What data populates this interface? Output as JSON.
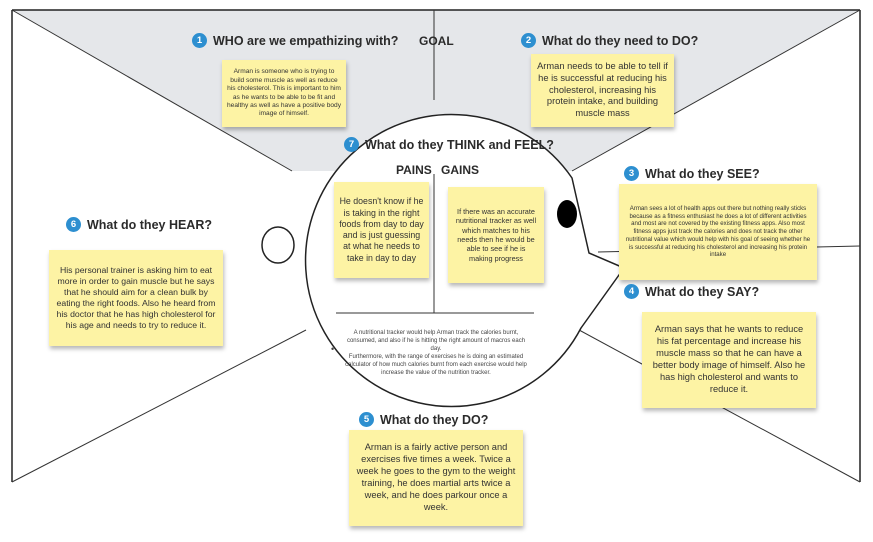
{
  "goal": {
    "label": "GOAL"
  },
  "sections": {
    "who": {
      "number": "1",
      "title": "WHO are we empathizing with?",
      "note": "Arman is someone who is trying to build some muscle as well as reduce his cholesterol. This is important to him as he wants to be able to be fit and healthy as well as have a positive body image of himself."
    },
    "do_need": {
      "number": "2",
      "title": "What do they need to DO?",
      "note": "Arman needs to be able to tell if he is successful at reducing his cholesterol, increasing his protein intake, and building muscle mass"
    },
    "see": {
      "number": "3",
      "title": "What do they SEE?",
      "note": "Arman sees a lot of health apps out there but nothing really sticks because as a fitness enthusiast he does a lot of different activities and most are not covered by the existing fitness apps. Also most fitness apps just track the calories and does not track the other nutritional value which would help with his goal of seeing whether he is successful at reducing his cholesterol and increasing his protein intake"
    },
    "say": {
      "number": "4",
      "title": "What do they SAY?",
      "note": "Arman says that he wants to reduce his fat percentage and increase his muscle mass so that he can have a better body image of himself. Also he has high cholesterol and wants to reduce it."
    },
    "do": {
      "number": "5",
      "title": "What do they DO?",
      "note": "Arman is a fairly active person and exercises five times a week. Twice a week he goes to the gym to the weight training, he does martial arts twice a week, and he does parkour once a week."
    },
    "hear": {
      "number": "6",
      "title": "What do they HEAR?",
      "note": "His personal trainer is asking him to eat more in order to gain muscle but he says that he should aim for a clean bulk by eating the right foods. Also he heard from his doctor that he has high cholesterol for his age and needs to try to reduce it."
    },
    "think_feel": {
      "number": "7",
      "title": "What do they THINK and FEEL?",
      "pains_label": "PAINS",
      "gains_label": "GAINS",
      "pains_note": "He doesn't know if he is taking in the right foods from day to day and is just guessing at what he needs to take in day to day",
      "gains_note": "If there was an accurate nutritional tracker as well which matches to his needs then he would be able to see if he is making progress",
      "bottom_note_1": "A nutritional tracker would help Arman track the calories burnt, consumed, and also if he is hitting the right amount of macros each day.",
      "bottom_note_2": "Furthermore, with the range of exercises he is doing an estimated calculator of how much calories burnt from each exercise would help increase the value of the nutrition tracker.",
      "bullet": "•"
    }
  }
}
